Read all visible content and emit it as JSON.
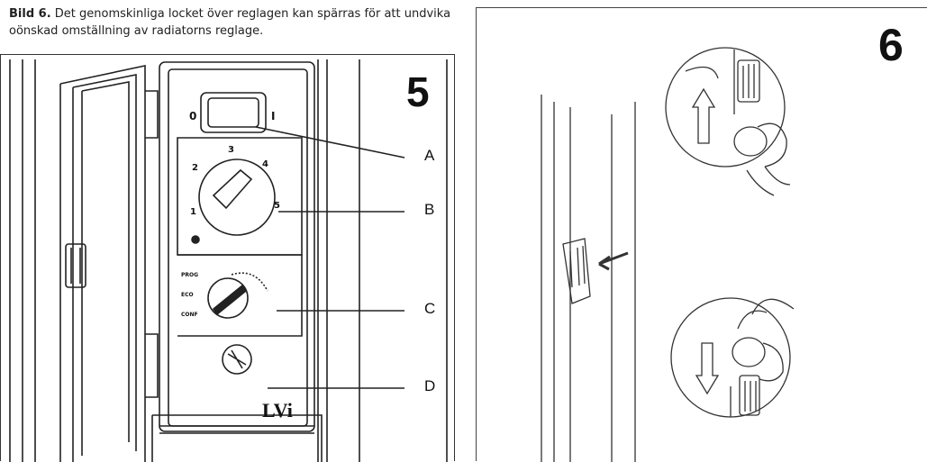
{
  "caption": {
    "label": "Bild 6.",
    "text": "Det genomskinliga locket över reglagen kan spärras för att undvika oönskad omställning av radiatorns reglage."
  },
  "figure5": {
    "number": "5",
    "callouts": [
      "A",
      "B",
      "C",
      "D"
    ],
    "switch_labels": {
      "off": "0",
      "on": "I"
    },
    "dial_numbers": [
      "1",
      "2",
      "3",
      "4",
      "5"
    ],
    "mode_labels": [
      "PROG",
      "ECO",
      "CONF"
    ],
    "logo": "LVi"
  },
  "figure6": {
    "number": "6"
  }
}
